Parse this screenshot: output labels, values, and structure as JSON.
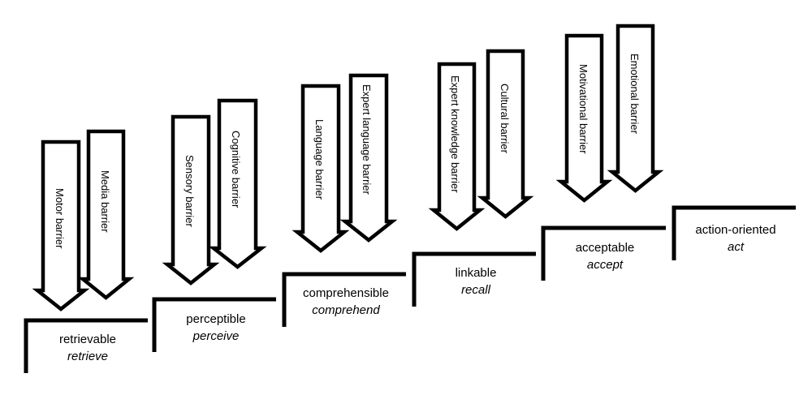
{
  "diagram": {
    "type": "staircase-with-barrier-arrows",
    "stroke_color": "#000000",
    "background": "#ffffff",
    "steps": [
      {
        "label": "retrievable",
        "verb": "retrieve",
        "barriers": [
          "Motor barrier",
          "Media barrier"
        ]
      },
      {
        "label": "perceptible",
        "verb": "perceive",
        "barriers": [
          "Sensory barrier",
          "Cognitive barrier"
        ]
      },
      {
        "label": "comprehensible",
        "verb": "comprehend",
        "barriers": [
          "Language barrier",
          "Expert language barrier"
        ]
      },
      {
        "label": "linkable",
        "verb": "recall",
        "barriers": [
          "Expert knowledge barrier",
          "Cultural barrier"
        ]
      },
      {
        "label": "acceptable",
        "verb": "accept",
        "barriers": [
          "Motivational barrier",
          "Emotional barrier"
        ]
      },
      {
        "label": "action-oriented",
        "verb": "act",
        "barriers": []
      }
    ]
  }
}
